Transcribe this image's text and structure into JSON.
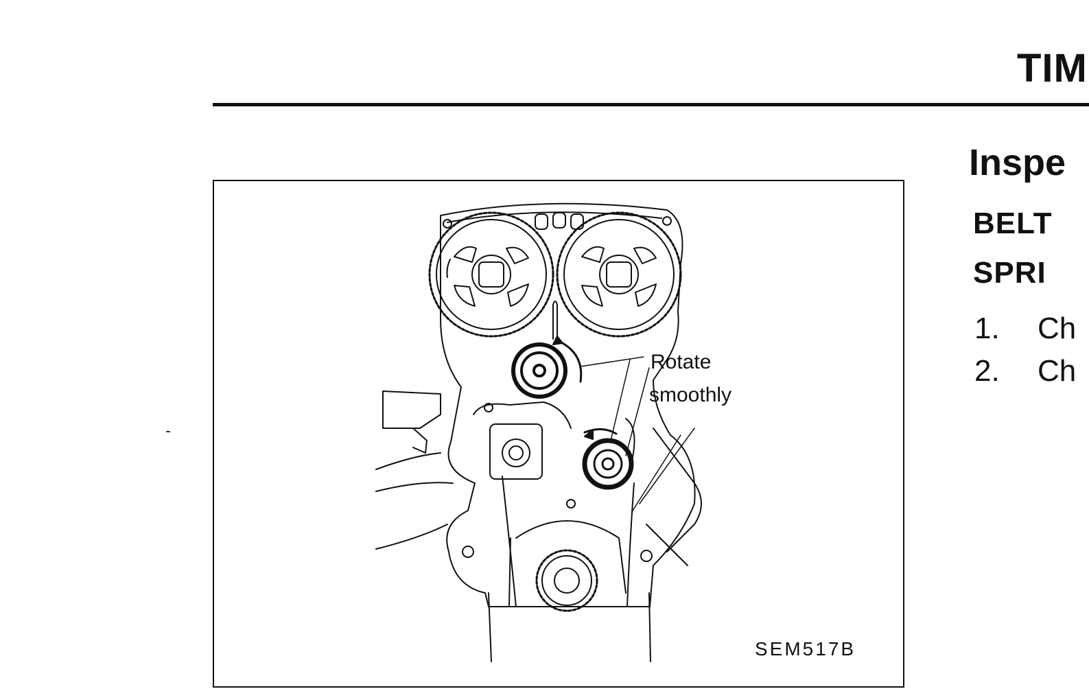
{
  "header": {
    "title": "TIM"
  },
  "section": {
    "title": "Inspe"
  },
  "subsection": {
    "line1": "BELT",
    "line2": "SPRI"
  },
  "steps": [
    {
      "num": "1.",
      "text": "Ch"
    },
    {
      "num": "2.",
      "text": "Ch"
    }
  ],
  "figure": {
    "callout_line1": "Rotate",
    "callout_line2": "smoothly",
    "code": "SEM517B"
  }
}
